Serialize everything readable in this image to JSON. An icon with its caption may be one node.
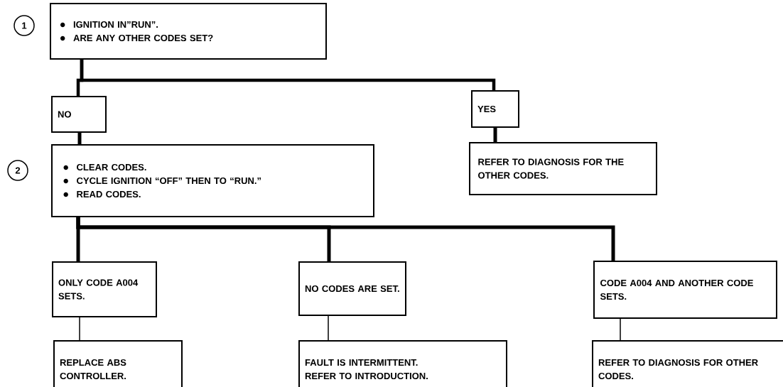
{
  "diagram": {
    "nodes": [
      {
        "text": [
          "IGNITION IN”RUN”.",
          "ARE ANY OTHER CODES SET?"
        ]
      },
      {
        "text": [
          "NO"
        ]
      },
      {
        "text": [
          "YES"
        ]
      },
      {
        "text": [
          "CLEAR CODES.",
          "CYCLE IGNITION “OFF” THEN TO “RUN.”",
          "READ CODES."
        ]
      },
      {
        "text": [
          "REFER TO DIAGNOSIS FOR THE OTHER CODES."
        ]
      },
      {
        "text": [
          "ONLY CODE A004 SETS."
        ]
      },
      {
        "text": [
          "NO CODES ARE SET."
        ]
      },
      {
        "text": [
          "CODE A004 AND ANOTHER CODE SETS."
        ]
      },
      {
        "text": [
          "REPLACE ABS CONTROLLER."
        ]
      },
      {
        "text": [
          "FAULT IS INTERMITTENT.",
          "REFER TO INTRODUCTION."
        ]
      },
      {
        "text": [
          "REFER TO DIAGNOSIS FOR OTHER CODES."
        ]
      }
    ],
    "edges": [
      {
        "from": 0,
        "to": 1,
        "arrow": "none"
      },
      {
        "from": 0,
        "to": 2,
        "arrow": "none"
      },
      {
        "from": 1,
        "to": 3,
        "arrow": "none"
      },
      {
        "from": 2,
        "to": 4,
        "arrow": "none"
      },
      {
        "from": 3,
        "to": 5,
        "arrow": "none"
      },
      {
        "from": 3,
        "to": 6,
        "arrow": "none"
      },
      {
        "from": 3,
        "to": 7,
        "arrow": "none"
      },
      {
        "from": 5,
        "to": 8,
        "arrow": "none"
      },
      {
        "from": 6,
        "to": 9,
        "arrow": "none"
      },
      {
        "from": 7,
        "to": 10,
        "arrow": "none"
      }
    ],
    "labels": [
      "1",
      "2"
    ]
  }
}
